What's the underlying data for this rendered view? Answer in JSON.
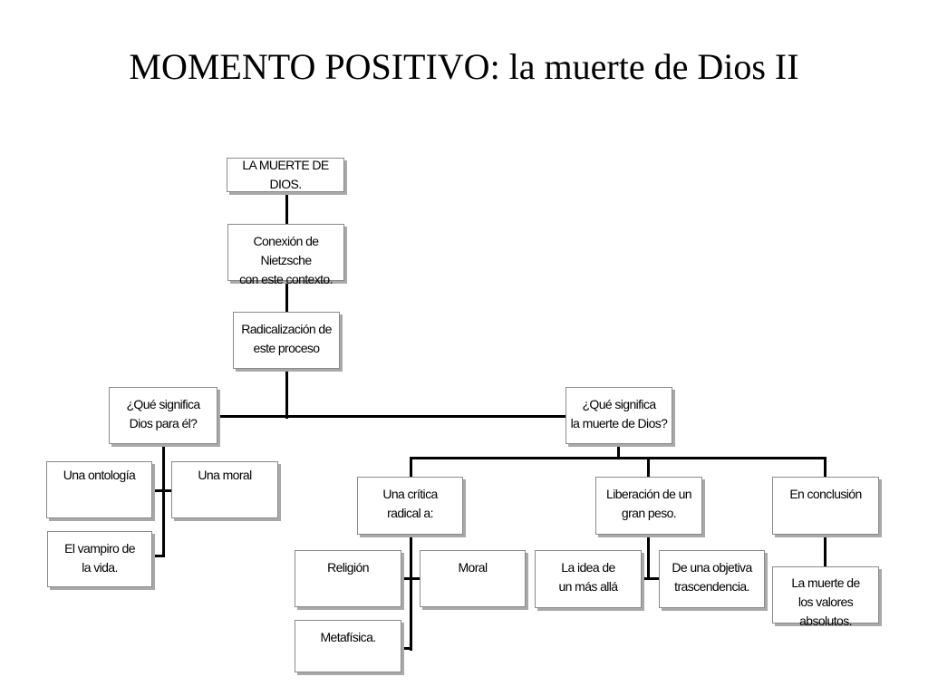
{
  "title": "MOMENTO POSITIVO: la muerte de Dios II",
  "diagram": {
    "nodes": {
      "muerte": "LA MUERTE DE DIOS.",
      "conexion": "Conexión de Nietzsche\ncon este contexto.",
      "radicalizacion": "Radicalización de\neste proceso",
      "que_dios": "¿Qué significa\nDios para él?",
      "que_muerte": "¿Qué significa\nla muerte de Dios?",
      "ontologia": "Una ontología",
      "moral_una": "Una moral",
      "vampiro": "El vampiro de\nla vida.",
      "critica": "Una crítica\nradical a:",
      "liberacion": "Liberación de un\ngran peso.",
      "conclusion": "En conclusión",
      "religion": "Religión",
      "moral": "Moral",
      "metafisica": "Metafísica.",
      "idea": "La idea de\nun más allá",
      "objetiva": "De una objetiva\ntrascendencia.",
      "valores": "La muerte de\nlos valores absolutos."
    }
  }
}
